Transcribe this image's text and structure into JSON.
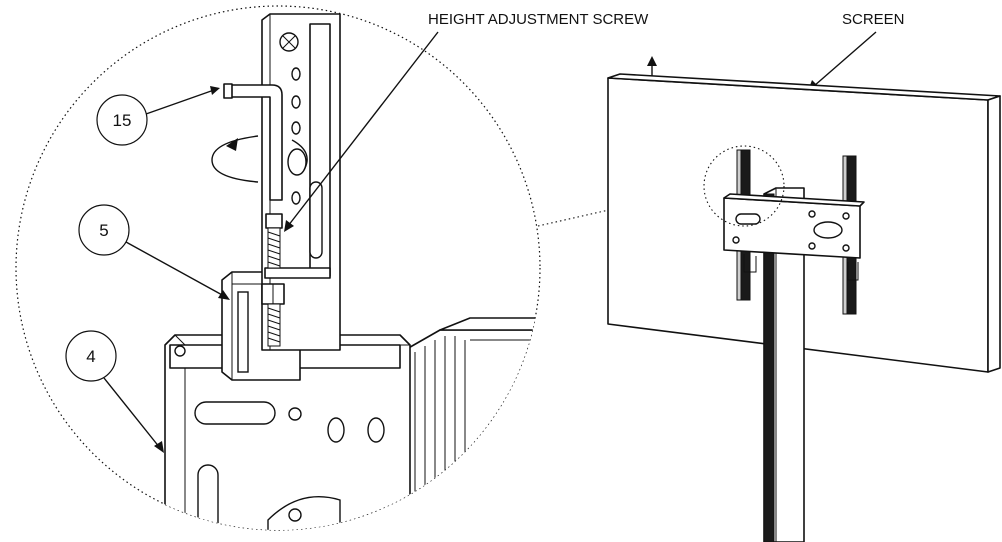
{
  "labels": {
    "height_adjustment_screw": "HEIGHT ADJUSTMENT SCREW",
    "screen": "SCREEN"
  },
  "callouts": {
    "part_15": "15",
    "part_5": "5",
    "part_4": "4"
  },
  "colors": {
    "line": "#111111",
    "background": "#ffffff"
  }
}
